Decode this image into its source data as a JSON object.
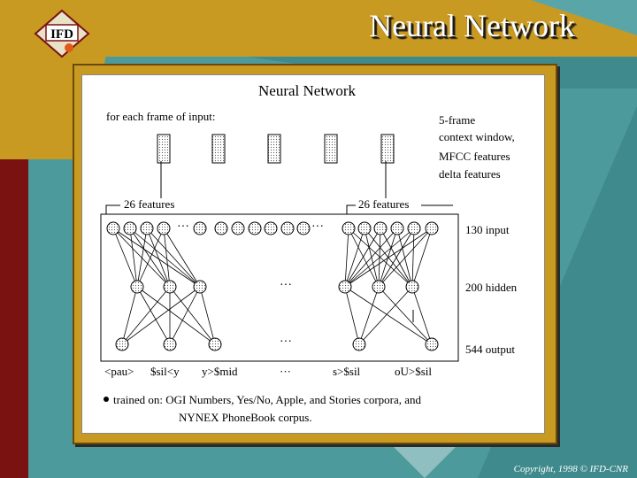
{
  "slide": {
    "title": "Neural Network",
    "logo_text": "IFD",
    "copyright": "Copyright, 1998 © IFD-CNR"
  },
  "diagram": {
    "heading": "Neural Network",
    "input_caption": "for each frame of input:",
    "context_label": [
      "5-frame",
      "context window,",
      "MFCC features",
      "delta features"
    ],
    "feature_group_label": "26 features",
    "layers": [
      {
        "name": "input",
        "label": "130 input"
      },
      {
        "name": "hidden",
        "label": "200 hidden"
      },
      {
        "name": "output",
        "label": "544 output"
      }
    ],
    "ellipsis": "···",
    "output_unit_labels": [
      "<pau>",
      "$sil<y",
      "y>$mid",
      "···",
      "s>$sil",
      "oU>$sil"
    ],
    "bullet_lines": [
      "trained on: OGI Numbers, Yes/No, Apple, and Stories corpora, and",
      "NYNEX PhoneBook corpus."
    ]
  },
  "colors": {
    "background_teal": "#3f8a8c",
    "dark_red": "#7a1212",
    "gold": "#c99a22",
    "frame_gold": "#c99a22"
  }
}
